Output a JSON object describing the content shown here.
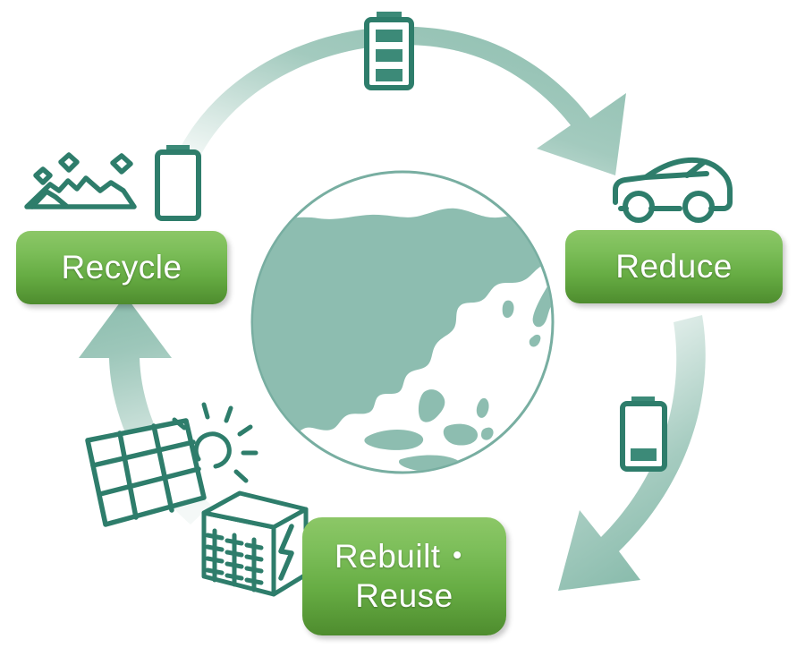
{
  "diagram": {
    "title": "Battery circular economy lifecycle loop",
    "center_icon": {
      "name": "globe-earth",
      "description": "Globe showing Asia, Oceania and Australia",
      "fill_color": "#8DBDB0",
      "outline_color": "#6FA99B"
    },
    "colors": {
      "arrow": "#8CBDAE",
      "arrow_light": "#C9E0D8",
      "icon_outline": "#2E7D6B",
      "icon_fill": "#3C8A78",
      "button_gradient_top": "#8CC767",
      "button_gradient_bottom": "#4E8C2E",
      "button_text": "#FFFFFF",
      "background": "#FFFFFF"
    },
    "nodes": [
      {
        "id": "recycle",
        "label": "Recycle",
        "position": "left"
      },
      {
        "id": "reduce",
        "label": "Reduce",
        "position": "right"
      },
      {
        "id": "rebuilt-reuse",
        "label": "Rebuilt・\nReuse",
        "position": "bottom"
      }
    ],
    "flow_icons": [
      {
        "id": "battery-full",
        "name": "battery-full-icon",
        "label": "Full battery",
        "position": "top-center",
        "bars": 3
      },
      {
        "id": "car",
        "name": "car-icon",
        "label": "Electric vehicle",
        "position": "top-right"
      },
      {
        "id": "battery-low",
        "name": "battery-low-icon",
        "label": "Depleted battery",
        "position": "right",
        "bars": 1
      },
      {
        "id": "solar-panel",
        "name": "solar-panel-icon",
        "label": "Solar panel with sun",
        "position": "bottom-left"
      },
      {
        "id": "storage-container",
        "name": "battery-storage-container-icon",
        "label": "Battery energy storage container",
        "position": "bottom-left"
      },
      {
        "id": "scrap-heap",
        "name": "scrap-material-heap-icon",
        "label": "Recovered raw materials heap",
        "position": "top-left"
      },
      {
        "id": "battery-empty",
        "name": "battery-empty-icon",
        "label": "Empty battery shell",
        "position": "top-left",
        "bars": 0
      }
    ],
    "arrows": [
      {
        "id": "arrow-top",
        "from": "recycle",
        "to": "reduce",
        "direction": "clockwise-top"
      },
      {
        "id": "arrow-right",
        "from": "reduce",
        "to": "rebuilt-reuse",
        "direction": "clockwise-right"
      },
      {
        "id": "arrow-left",
        "from": "rebuilt-reuse",
        "to": "recycle",
        "direction": "clockwise-left"
      }
    ]
  }
}
